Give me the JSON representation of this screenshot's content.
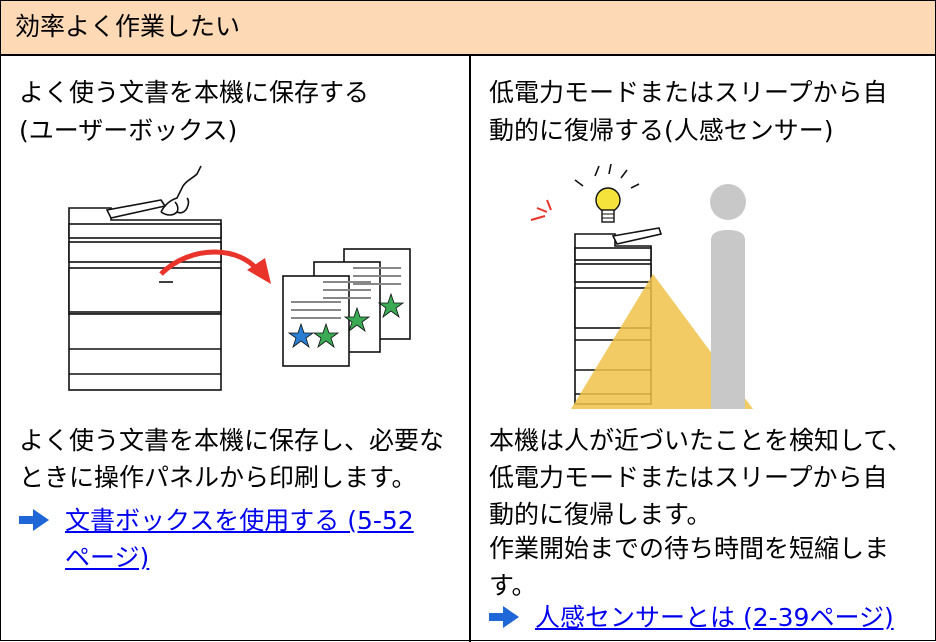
{
  "header": {
    "title": "効率よく作業したい"
  },
  "left": {
    "title_lines": [
      "よく使う文書を本機に保存する",
      "(ユーザーボックス)"
    ],
    "description_lines": [
      "よく使う文書を本機に保存し、必要な",
      "ときに操作パネルから印刷します。"
    ],
    "link_lines": [
      "文書ボックスを使用する (5-52",
      "ページ)"
    ]
  },
  "right": {
    "title_lines": [
      "低電力モードまたはスリープから自",
      "動的に復帰する(人感センサー)"
    ],
    "description_lines": [
      "本機は人が近づいたことを検知して、",
      "低電力モードまたはスリープから自",
      "動的に復帰します。"
    ],
    "note_lines": [
      "作業開始までの待ち時間を短縮しま",
      "す。"
    ],
    "link_text": "人感センサーとは (2-39ページ)"
  },
  "colors": {
    "header_bg": "#fdd9b5",
    "link": "#0000ee",
    "arrow": "#1f66d6",
    "curved_arrow": "#e8342a",
    "star_blue": "#2a7fd4",
    "star_green": "#3aaa55",
    "lightbulb": "#f5e23a",
    "sensor_cone": "#f0c24a"
  },
  "icons": [
    "hand-press-icon",
    "curved-arrow-icon",
    "star-icon",
    "lightbulb-icon",
    "person-silhouette-icon",
    "right-arrow-icon"
  ]
}
